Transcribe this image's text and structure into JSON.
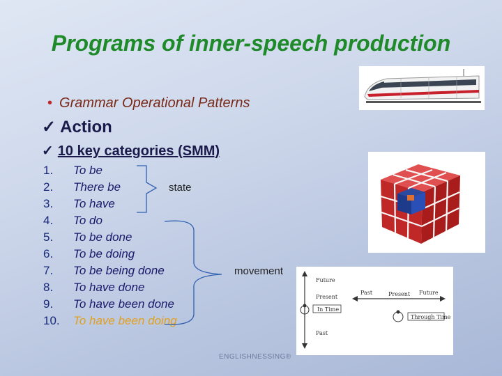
{
  "title": "Programs of inner-speech production",
  "bullet": "Grammar Operational Patterns",
  "check_mark": "✓",
  "action": "Action",
  "categories_heading": "10 key categories (SMM)",
  "items": [
    {
      "num": "1.",
      "label": "To be"
    },
    {
      "num": "2.",
      "label": "There be"
    },
    {
      "num": "3.",
      "label": "To have"
    },
    {
      "num": "4.",
      "label": "To do"
    },
    {
      "num": "5.",
      "label": "To be done"
    },
    {
      "num": "6.",
      "label": "To be doing"
    },
    {
      "num": "7.",
      "label": "To be being done"
    },
    {
      "num": "8.",
      "label": "To have done"
    },
    {
      "num": "9.",
      "label": "To have been done"
    },
    {
      "num": "10.",
      "label": "To have been doing"
    }
  ],
  "state_label": "state",
  "movement_label": "movement",
  "timeline": {
    "future": "Future",
    "present": "Present",
    "in_time": "In Time",
    "past": "Past",
    "past_h": "Past",
    "present_h": "Present",
    "future_h": "Future",
    "through_time": "Through Time"
  },
  "footer": "ENGLISHNESSING®",
  "colors": {
    "title": "#1f8a2a",
    "bullet_text": "#7a2a18",
    "heading": "#1a1a4a",
    "list": "#1a1a6a",
    "list_last": "#e0a020"
  },
  "icons": [
    "train-image",
    "rubiks-cube-image",
    "timeline-diagram"
  ]
}
